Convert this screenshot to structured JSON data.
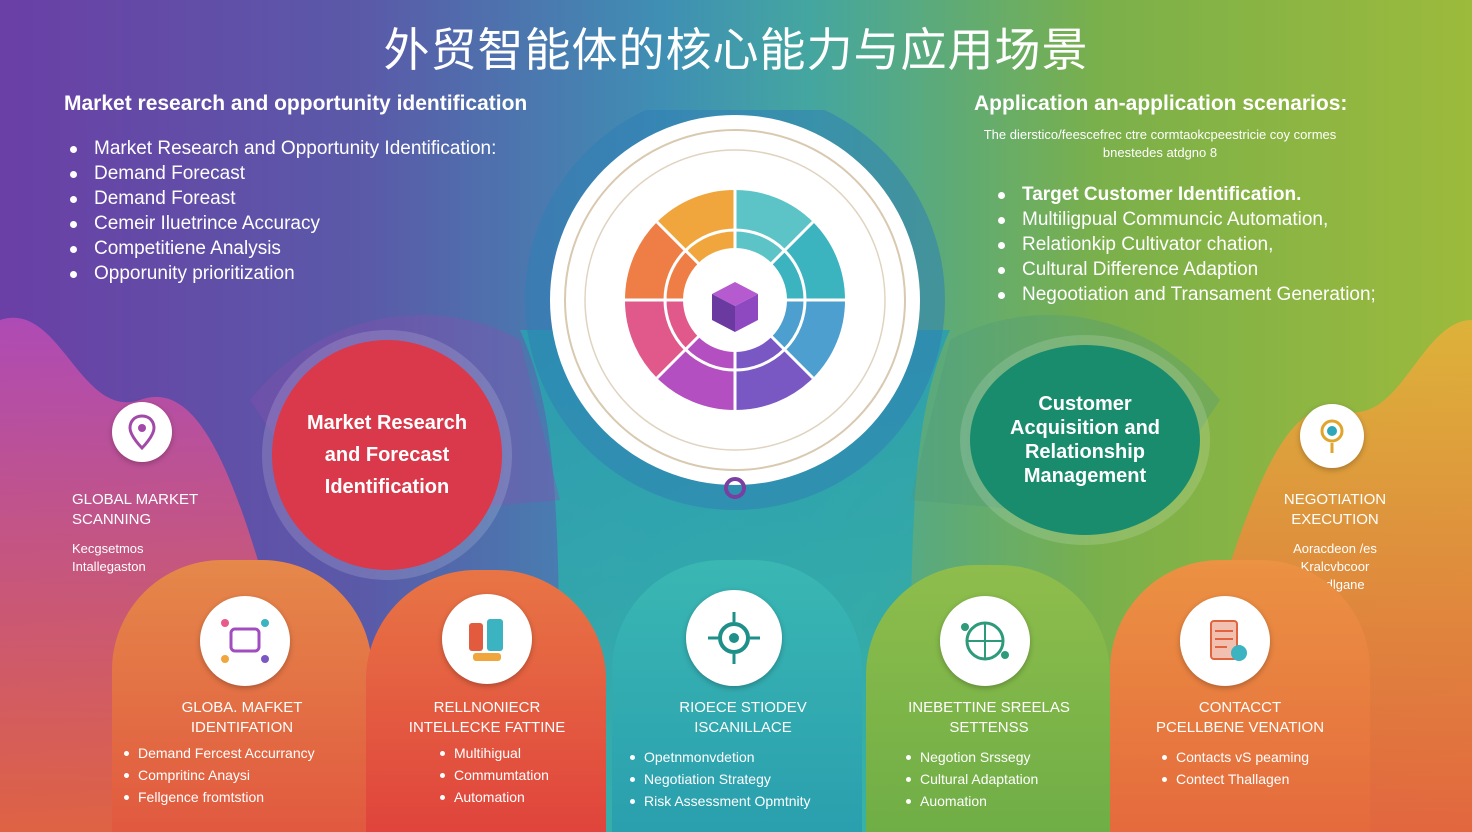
{
  "title": "外贸智能体的核心能力与应用场景",
  "left_panel": {
    "heading": "Market research and opportunity identification",
    "items": [
      "Market Research and Opportunity Identification:",
      "Demand Forecast",
      "Demand Foreast",
      "Cemeir Iluetrince Accuracy",
      "Competitiene Analysis",
      "Opporunity prioritization"
    ]
  },
  "right_panel": {
    "heading": "Application an-application scenarios:",
    "note_line1": "The dierstico/feescefrec ctre cormtaokcpeestricie coy cormes",
    "note_line2": "bnestedes atdgno 8",
    "items": [
      "Target Customer Identification.",
      "Multiligpual  Communcic Automation,",
      "Relationkip Cultivator chation,",
      "Cultural Difference  Adaption",
      "Negootiation and Transament Generation;"
    ]
  },
  "circles": {
    "left": {
      "line1": "Market Research",
      "line2": "and Forecast",
      "line3": "Identification"
    },
    "right": {
      "line1": "Customer",
      "line2": "Acquisition and",
      "line3": "Relationship",
      "line4": "Management"
    }
  },
  "side_left": {
    "label1": "GLOBAL MARKET",
    "label2": "SCANNING",
    "sub1": "Kecgsetmos",
    "sub2": "Intallegaston"
  },
  "side_right": {
    "label1": "NEGOTIATION",
    "label2": "EXECUTION",
    "sub1": "Aoracdeon /es",
    "sub2": "Kralcvbcoor",
    "sub3": "Netdlgane"
  },
  "columns": [
    {
      "head1": "GLOBA. MAFKET",
      "head2": "IDENTIFATION",
      "items": [
        "Demand Fercest Accurrancy",
        "Compritinc Anaysi",
        "Fellgence fromtstion"
      ]
    },
    {
      "head1": "RELLNONIECR",
      "head2": "INTELLECKE FATTINE",
      "items": [
        "Multihigual",
        "Commumtation",
        "Automation"
      ]
    },
    {
      "head1": "RIOECE STIODEV",
      "head2": "ISCANILLACE",
      "items": [
        "Opetnmonvdetion",
        "Negotiation Strategy",
        "Risk Assessment Opmtnity"
      ]
    },
    {
      "head1": "INEBETTINE SREELAS",
      "head2": "SETTENSS",
      "items": [
        "Negotion Srssegy",
        "Cultural Adaptation",
        "Auomation"
      ]
    },
    {
      "head1": "CONTACCT",
      "head2": "PCELLBENE VENATION",
      "items": [
        "Contacts vS peaming",
        "Contect Thallagen"
      ]
    }
  ],
  "colors": {
    "left_circle": "#d9394a",
    "right_circle": "#1a8c6e",
    "col1": "#e57a3f",
    "col2": "#e4543e",
    "col3": "#3fb1ae",
    "col4": "#7db84a",
    "col5": "#e6823c"
  }
}
